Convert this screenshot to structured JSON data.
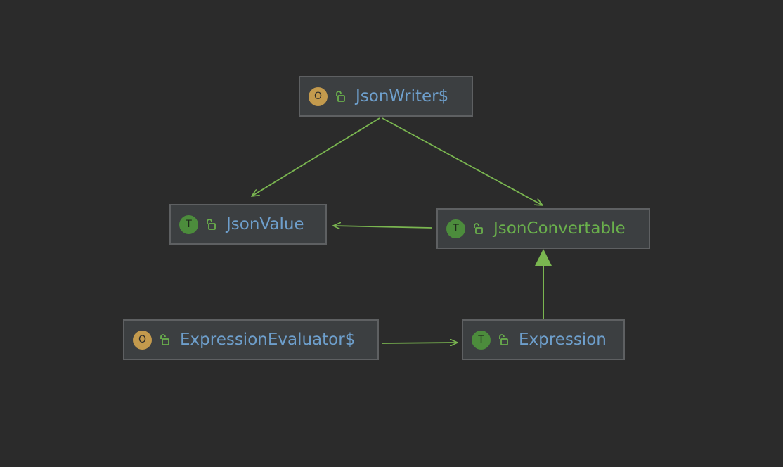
{
  "colors": {
    "background": "#2b2b2b",
    "node_fill": "#3c3f41",
    "node_border": "#5e6062",
    "edge": "#7ab650",
    "label_default": "#6e9fcc",
    "label_highlight": "#6ab04c",
    "object_badge": "#c39a4d",
    "trait_badge": "#4c8c3c"
  },
  "nodes": {
    "jsonwriter": {
      "badge": "O",
      "label": "JsonWriter$"
    },
    "jsonvalue": {
      "badge": "T",
      "label": "JsonValue"
    },
    "jsonconvertable": {
      "badge": "T",
      "label": "JsonConvertable"
    },
    "expressionevaluator": {
      "badge": "O",
      "label": "ExpressionEvaluator$"
    },
    "expression": {
      "badge": "T",
      "label": "Expression"
    }
  },
  "edges": [
    {
      "from": "JsonWriter$",
      "to": "JsonValue",
      "kind": "association"
    },
    {
      "from": "JsonWriter$",
      "to": "JsonConvertable",
      "kind": "association"
    },
    {
      "from": "JsonConvertable",
      "to": "JsonValue",
      "kind": "association"
    },
    {
      "from": "Expression",
      "to": "JsonConvertable",
      "kind": "inheritance"
    },
    {
      "from": "ExpressionEvaluator$",
      "to": "Expression",
      "kind": "association"
    }
  ]
}
